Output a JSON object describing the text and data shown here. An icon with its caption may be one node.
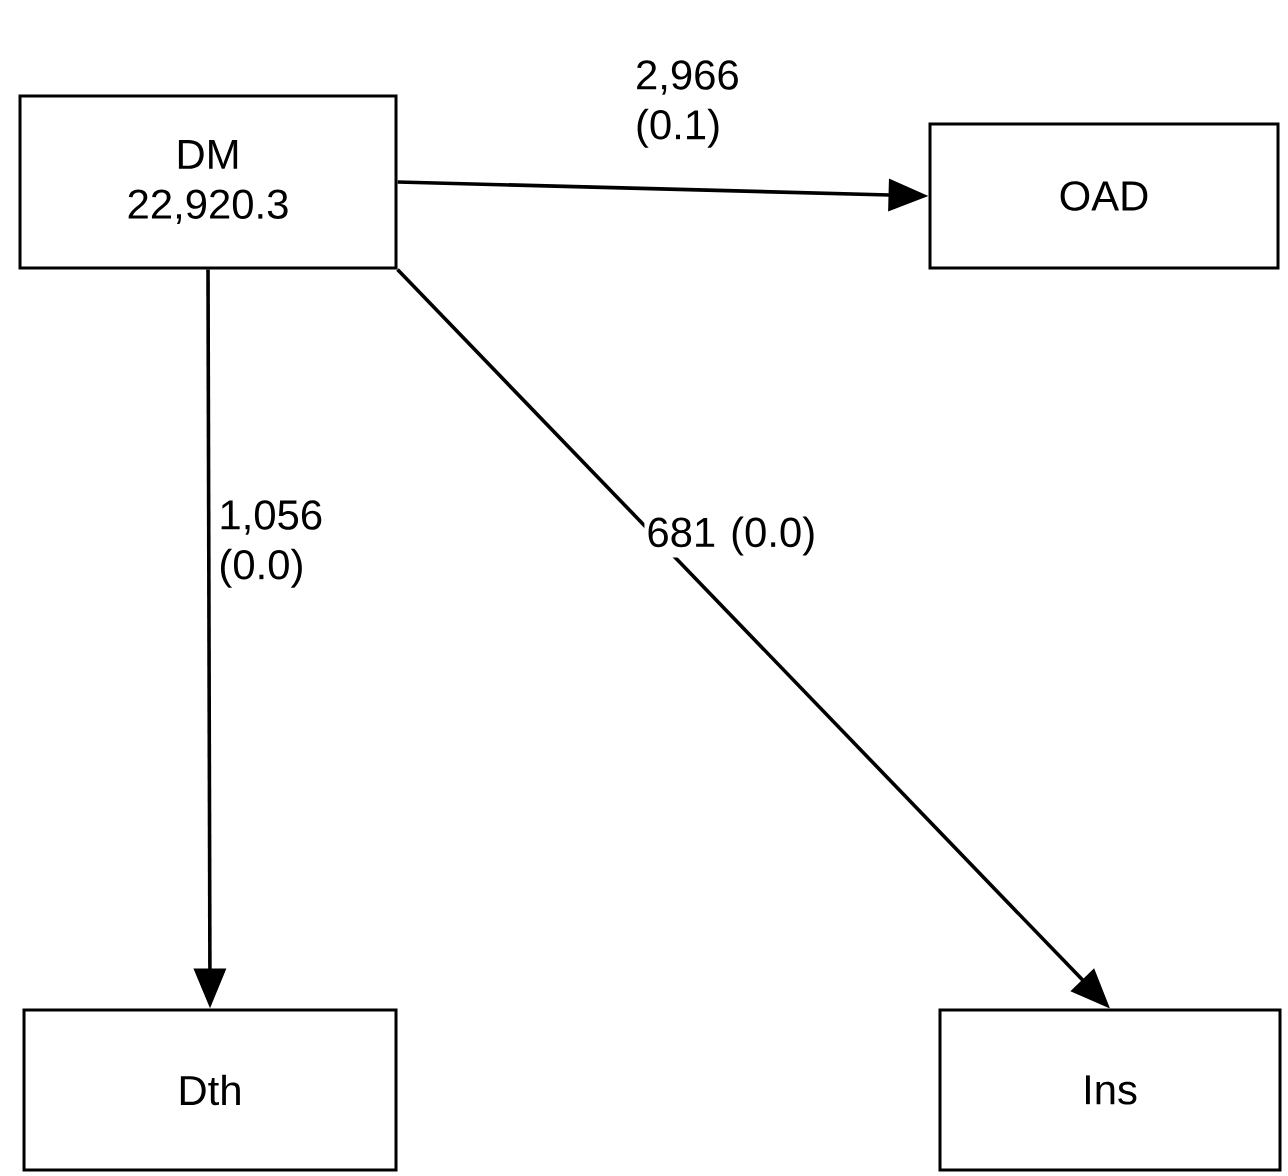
{
  "diagram": {
    "nodes": [
      {
        "text": [
          "DM",
          "22,920.3"
        ]
      },
      {
        "text": [
          "OAD"
        ]
      },
      {
        "text": [
          "Dth"
        ]
      },
      {
        "text": [
          "Ins"
        ]
      }
    ],
    "edges": [
      {
        "from": 0,
        "to": 1,
        "arrow": "to",
        "label": "2,966 (0.1)"
      },
      {
        "from": 0,
        "to": 2,
        "arrow": "to",
        "label": "1,056 (0.0)"
      },
      {
        "from": 0,
        "to": 3,
        "arrow": "to",
        "label": "681 (0.0)"
      }
    ]
  }
}
